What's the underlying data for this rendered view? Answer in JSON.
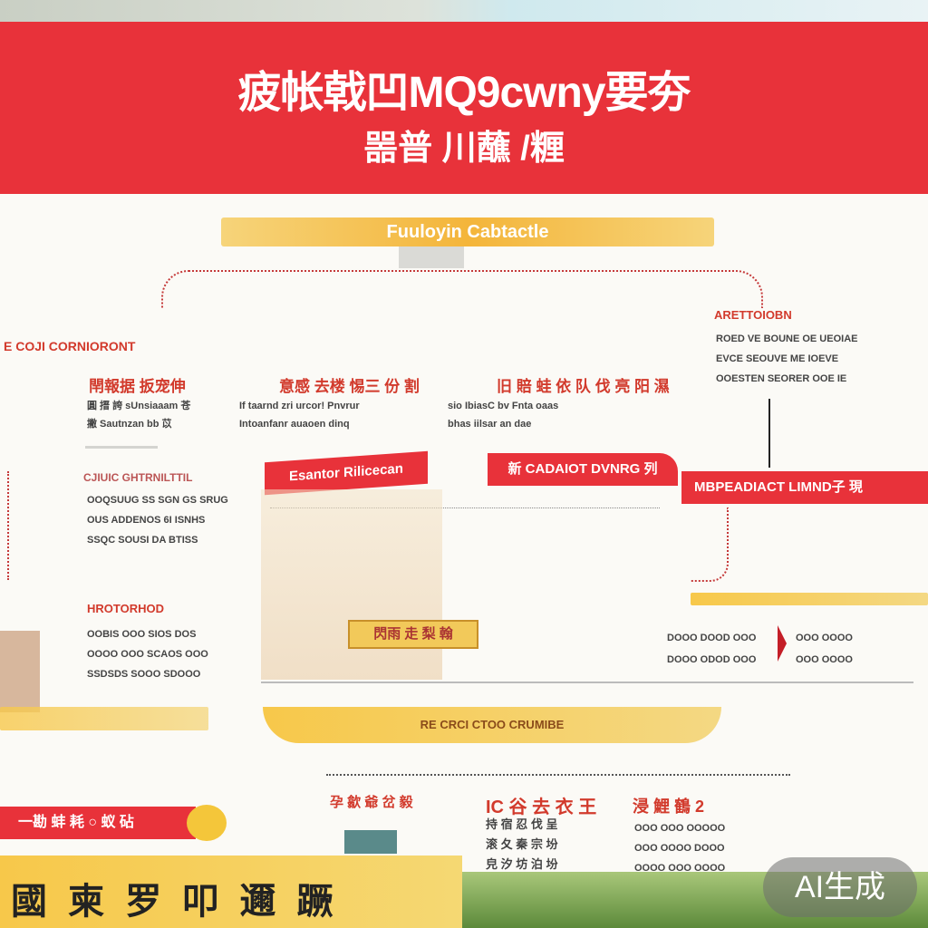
{
  "hero": {
    "title": "疲帐戟凹MQ9cwny要夯",
    "subtitle": "噐普 川蘸 /糎"
  },
  "ribbon": {
    "label": "Fuuloyin Cabtactle"
  },
  "left_section": {
    "heading": "E COJI CORNIORONT",
    "col_headings": [
      "閈報据 扳宠伸",
      "意感 去楼 惕三 份 割",
      "旧 賠 蛙 依 队 伐 亮 阳 濕"
    ],
    "col_lines": [
      [
        "圓 搢 誇 sUnsiaaam 苍",
        "撇 Sautnzan bb 苡"
      ],
      [
        "If taarnd zri urcor! Pnvrur",
        "Intoanfanr auaoen dinq"
      ],
      [
        "sio IbiasC bv Fnta oaas",
        "bhas iilsar an dae"
      ]
    ]
  },
  "right_panel": {
    "heading": "ARETTOIOBN",
    "lines": [
      "ROED VE BOUNE OE UEOIAE",
      "EVCE SEOUVE ME IOEVE",
      "OOESTEN SEORER OOE IE"
    ]
  },
  "mid_left": {
    "heading": "CJIUIC GHTRNILTTIL",
    "lines": [
      "OOQSUUG SS SGN GS SRUG",
      "OUS ADDENOS 6I ISNHS",
      "SSQC SOUSI DA BTISS"
    ]
  },
  "flags": {
    "left": "Esantor Rilicecan",
    "mid": "新 CADAIOT DVNRG 列",
    "right": "MBPEADIACT LIMND子 現"
  },
  "lower_left": {
    "heading": "HROTORHOD",
    "lines": [
      "OOBIS OOO SIOS DOS",
      "OOOO OOO SCAOS OOO",
      "SSDSDS SOOO SDOOO"
    ]
  },
  "photo_label": "閃雨 走 梨 翰",
  "lower_right": {
    "lines": [
      "DOOO DOOD OOO",
      "DOOO ODOD OOO"
    ],
    "aside": [
      "OOO OOOO",
      "OOO OOOO"
    ]
  },
  "yellow_ribbon2": {
    "label": "RE CRCI CTOO CRUMIBE"
  },
  "bottom_cols": {
    "c1_heading": "孕 歙 爺 岔 毅",
    "c2_heading": "IC 谷 去 衣 王",
    "c2_lines": [
      "持 宿 忍 伐 呈",
      "滚 夂 秦 宗 坋",
      "皃 汐 坊 泊 坋"
    ],
    "c3_heading": "浸 鯉 鶴 2",
    "c3_lines": [
      "OOO OOO OOOOO",
      "OOO OOOO DOOO",
      "OOOO OOO OOOO"
    ]
  },
  "red_tab": {
    "label": "一勘 蚌 耗 ○ 蚁 砧"
  },
  "bottom_bar": {
    "text": "國 柬 罗 叩 邇 蹶"
  },
  "ai_badge": "AI生成",
  "colors": {
    "red": "#e8323a",
    "yellow": "#f4b53a",
    "background": "#fbfaf6"
  }
}
